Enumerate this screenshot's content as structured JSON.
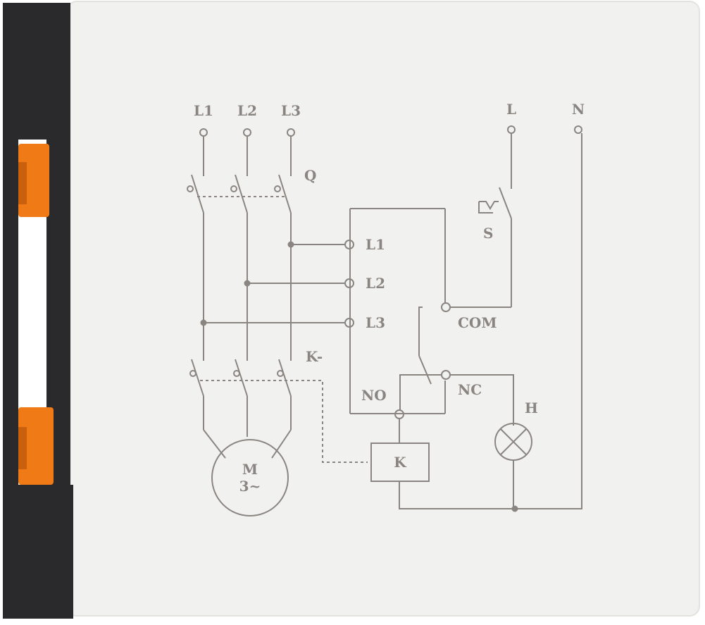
{
  "colors": {
    "background": "#ffffff",
    "panel": "#f1f1ef",
    "panel_edge": "#e2e2de",
    "rail": "#2a2a2c",
    "clip": "#f07a16",
    "clip_shade": "#c9600e",
    "line": "#8a8580"
  },
  "supply_labels": {
    "l1": "L1",
    "l2": "L2",
    "l3": "L3",
    "l": "L",
    "n": "N"
  },
  "component_labels": {
    "breaker": "Q",
    "contactor": "K-",
    "button": "S",
    "lamp": "H",
    "coil": "K"
  },
  "relay_labels": {
    "l1": "L1",
    "l2": "L2",
    "l3": "L3",
    "com": "COM",
    "no": "NO",
    "nc": "NC"
  },
  "motor_labels": {
    "name": "M",
    "phases": "3~"
  }
}
